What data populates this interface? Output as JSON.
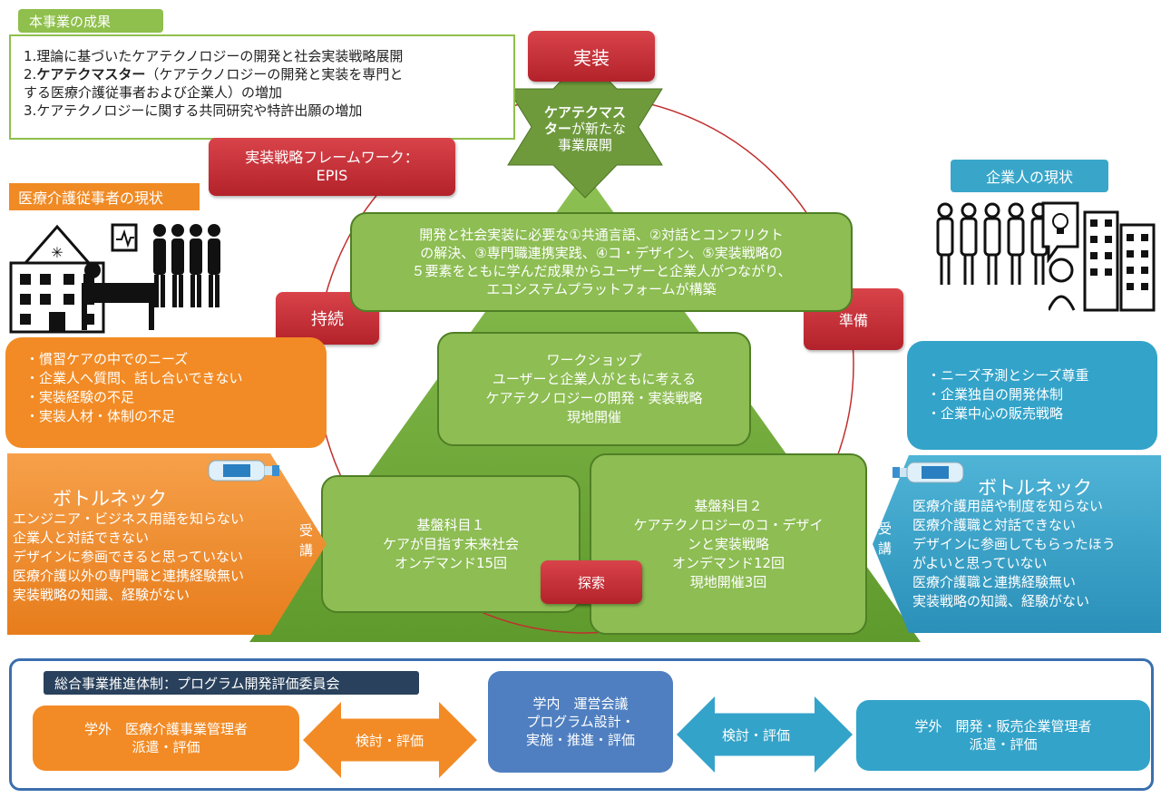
{
  "outcomes": {
    "tag": "本事業の成果",
    "line1": "1.理論に基づいたケアテクノロジーの開発と社会実装戦略展開",
    "line2_prefix": "2.",
    "line2_bold": "ケアテクマスター",
    "line2_rest": "（ケアテクノロジーの開発と実装を専門と",
    "line3": "する医療介護従事者および企業人）の増加",
    "line4": "3.ケアテクノロジーに関する共同研究や特許出願の増加"
  },
  "cycle": {
    "top": "実装",
    "left": "持続",
    "right": "準備",
    "bottom": "探索"
  },
  "star": {
    "bold": "ケアテクマス",
    "line2_bold": "ター",
    "line2_rest": "が新たな",
    "line3": "事業展開"
  },
  "framework": {
    "line1": "実装戦略フレームワーク：",
    "line2": "EPIS"
  },
  "pyramid": {
    "top": [
      "開発と社会実装に必要な①共通言語、②対話とコンフリクト",
      "の解決、③専門職連携実践、④コ・デザイン、⑤実装戦略の",
      "５要素をともに学んだ成果からユーザーと企業人がつながり、",
      "エコシステムプラットフォームが構築"
    ],
    "middle": [
      "ワークショップ",
      "ユーザーと企業人がともに考える",
      "ケアテクノロジーの開発・実装戦略",
      "現地開催"
    ],
    "left": [
      "基盤科目１",
      "ケアが目指す未来社会",
      "オンデマンド15回"
    ],
    "right": [
      "基盤科目２",
      "ケアテクノロジーのコ・デザイ",
      "ンと実装戦略",
      "オンデマンド12回",
      "現地開催3回"
    ]
  },
  "medical": {
    "tag": "医療介護従事者の現状",
    "items": [
      "・慣習ケアの中でのニーズ",
      "・企業人へ質問、話し合いできない",
      "・実装経験の不足",
      "・実装人材・体制の不足"
    ],
    "bottleneck_title": "ボトルネック",
    "bottleneck_items": [
      "エンジニア・ビジネス用語を知らない",
      "企業人と対話できない",
      "デザインに参画できると思っていない",
      "医療介護以外の専門職と連携経験無い",
      "実装戦略の知識、経験がない"
    ],
    "jukou": "受講"
  },
  "enterprise": {
    "tag": "企業人の現状",
    "items": [
      "・ニーズ予測とシーズ尊重",
      "・企業独自の開発体制",
      "・企業中心の販売戦略"
    ],
    "bottleneck_title": "ボトルネック",
    "bottleneck_items": [
      "医療介護用語や制度を知らない",
      "医療介護職と対話できない",
      "デザインに参画してもらったほう",
      "がよいと思っていない",
      "医療介護職と連携経験無い",
      "実装戦略の知識、経験がない"
    ],
    "jukou": "受講"
  },
  "bottom": {
    "tag": "総合事業推進体制：プログラム開発評価委員会",
    "ext_med_line1": "学外　医療介護事業管理者",
    "ext_med_line2": "派遣・評価",
    "arrow_left": "検討・評価",
    "internal_line1": "学内　運営会議",
    "internal_line2": "プログラム設計・",
    "internal_line3": "実施・推進・評価",
    "arrow_right": "検討・評価",
    "ext_ent_line1": "学外　開発・販売企業管理者",
    "ext_ent_line2": "派遣・評価"
  },
  "colors": {
    "green": "#8dbd53",
    "green_dark": "#4f7f25",
    "red": "#c0302f",
    "orange": "#f28b25",
    "blue": "#33a3c9",
    "navy": "#29415c"
  }
}
